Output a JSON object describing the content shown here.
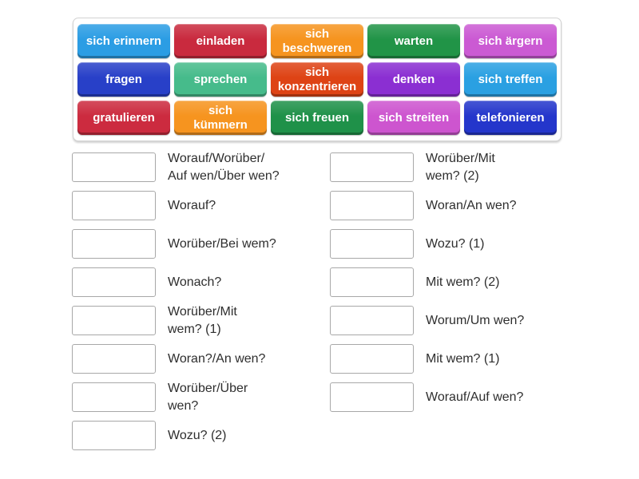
{
  "activity": {
    "type_hint": "match-up word bank with drop slots",
    "background_color": "#ffffff",
    "box_border_color": "#a8a8a8",
    "prompt_text_color": "#2e2e2e"
  },
  "word_bank": {
    "tiles": [
      {
        "label": "sich erinnern",
        "color": "#2b9de4"
      },
      {
        "label": "einladen",
        "color": "#c92a3e"
      },
      {
        "label": "sich\nbeschweren",
        "color": "#f6941f"
      },
      {
        "label": "warten",
        "color": "#219447"
      },
      {
        "label": "sich ärgern",
        "color": "#cb5ad3"
      },
      {
        "label": "fragen",
        "color": "#2840c8"
      },
      {
        "label": "sprechen",
        "color": "#46bb8b"
      },
      {
        "label": "sich\nkonzentrieren",
        "color": "#de4315"
      },
      {
        "label": "denken",
        "color": "#8b2fd2"
      },
      {
        "label": "sich treffen",
        "color": "#2aa0e2"
      },
      {
        "label": "gratulieren",
        "color": "#cc2b3f"
      },
      {
        "label": "sich\nkümmern",
        "color": "#f6941f"
      },
      {
        "label": "sich freuen",
        "color": "#1f9149"
      },
      {
        "label": "sich streiten",
        "color": "#cd55cf"
      },
      {
        "label": "telefonieren",
        "color": "#2436cb"
      }
    ]
  },
  "match_list": {
    "left": [
      "Worauf/Worüber/\nAuf wen/Über wen?",
      "Worauf?",
      "Worüber/Bei wem?",
      "Wonach?",
      "Worüber/Mit\nwem? (1)",
      "Woran?/An wen?",
      "Worüber/Über\nwen?",
      "Wozu? (2)"
    ],
    "right": [
      "Worüber/Mit\nwem? (2)",
      "Woran/An wen?",
      "Wozu? (1)",
      "Mit wem? (2)",
      "Worum/Um wen?",
      "Mit wem? (1)",
      "Worauf/Auf wen?"
    ]
  }
}
